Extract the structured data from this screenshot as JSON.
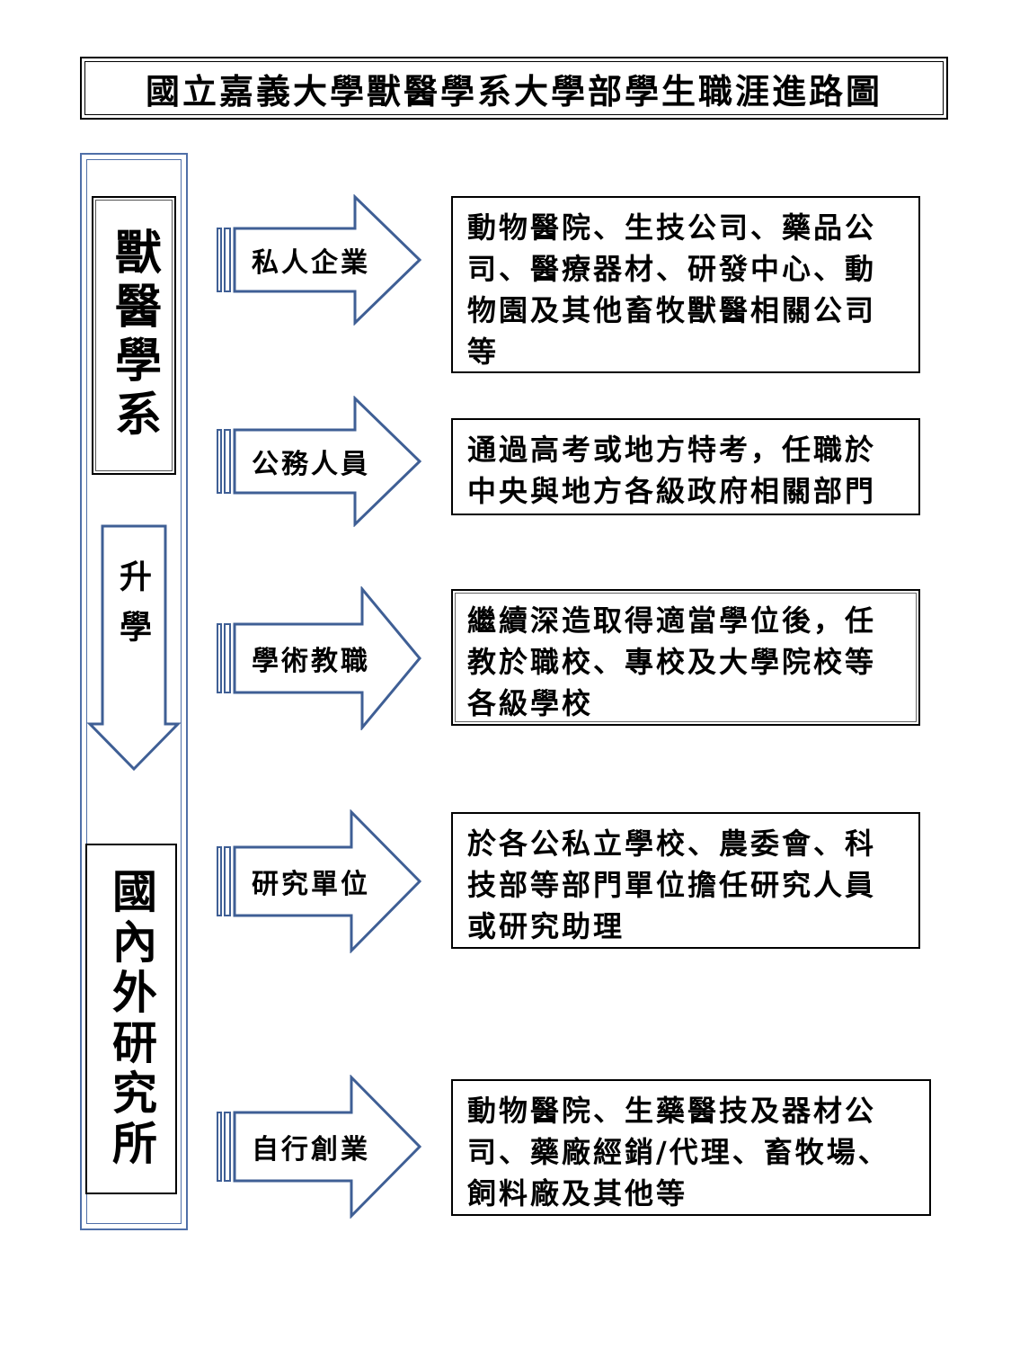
{
  "title": "國立嘉義大學獸醫學系大學部學生職涯進路圖",
  "department_label": "獸醫學系",
  "further_study_label": "升學",
  "graduate_label": "國內外研究所",
  "paths": [
    {
      "label": "私人企業",
      "description": "動物醫院、生技公司、藥品公司、醫療器材、研發中心、動物園及其他畜牧獸醫相關公司等"
    },
    {
      "label": "公務人員",
      "description": "通過高考或地方特考，任職於中央與地方各級政府相關部門"
    },
    {
      "label": "學術教職",
      "description": "繼續深造取得適當學位後，任教於職校、專校及大學院校等各級學校"
    },
    {
      "label": "研究單位",
      "description": "於各公私立學校、農委會、科技部等部門單位擔任研究人員或研究助理"
    },
    {
      "label": "自行創業",
      "description": "動物醫院、生藥醫技及器材公司、藥廠經銷/代理、畜牧場、飼料廠及其他等"
    }
  ],
  "colors": {
    "arrow_stroke": "#3f5f95",
    "panel_stroke": "#4f6fa8",
    "text": "#000000"
  }
}
